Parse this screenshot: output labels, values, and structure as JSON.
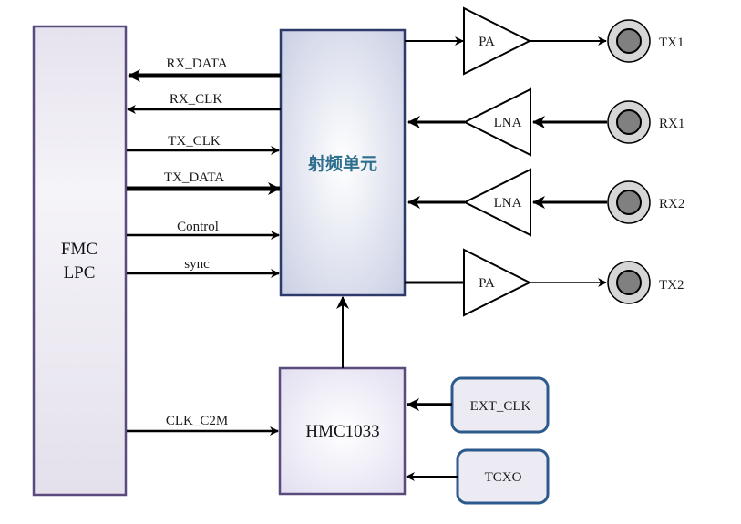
{
  "blocks": {
    "fmc": {
      "line1": "FMC",
      "line2": "LPC"
    },
    "rf_unit": {
      "label": "射频单元"
    },
    "hmc": {
      "label": "HMC1033"
    },
    "ext_clk": {
      "label": "EXT_CLK"
    },
    "tcxo": {
      "label": "TCXO"
    }
  },
  "signals": {
    "rx_data": "RX_DATA",
    "rx_clk": "RX_CLK",
    "tx_clk": "TX_CLK",
    "tx_data": "TX_DATA",
    "control": "Control",
    "sync": "sync",
    "clk_c2m": "CLK_C2M"
  },
  "amplifiers": {
    "pa1": "PA",
    "lna1": "LNA",
    "lna2": "LNA",
    "pa2": "PA"
  },
  "ports": {
    "tx1": "TX1",
    "rx1": "RX1",
    "rx2": "RX2",
    "tx2": "TX2"
  },
  "colors": {
    "fmc_border": "#5a4a7e",
    "rf_border": "#2e3a6a",
    "rf_text": "#2e6e8e",
    "osc_border": "#2c5a8c"
  }
}
